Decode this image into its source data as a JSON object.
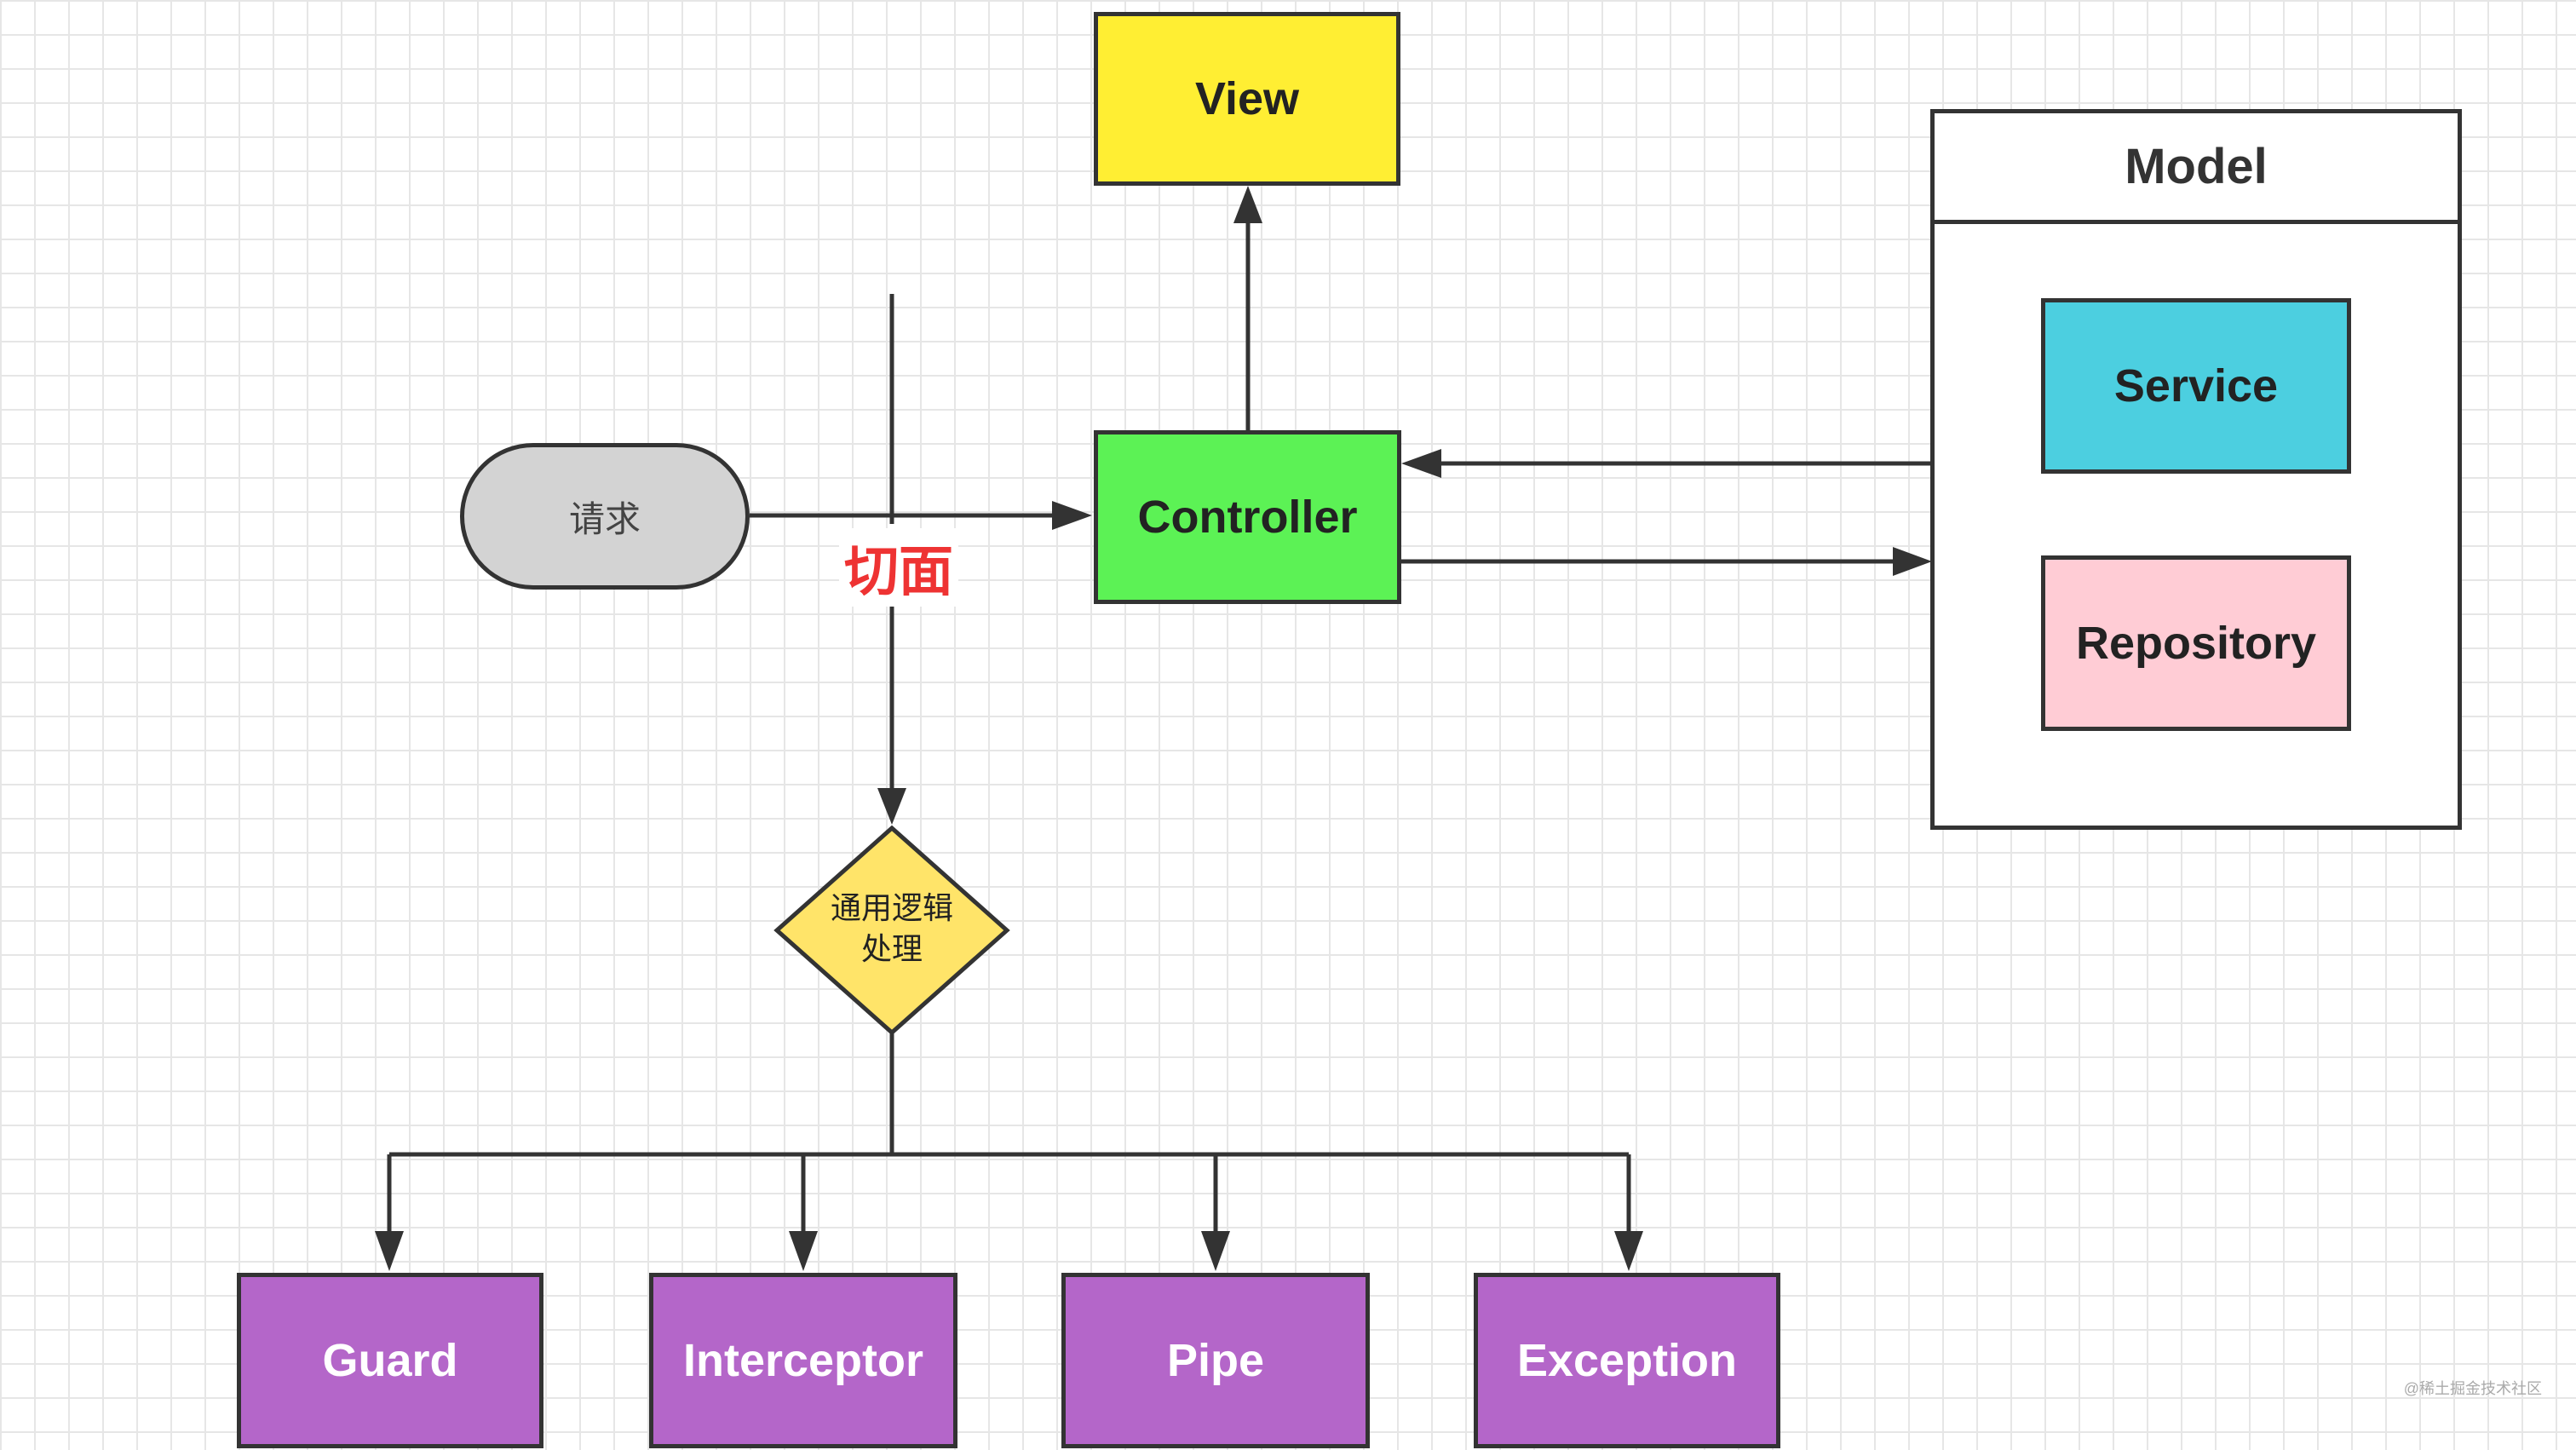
{
  "nodes": {
    "view": "View",
    "controller": "Controller",
    "request": "请求",
    "cut": "切面",
    "logic_line1": "通用逻辑",
    "logic_line2": "处理",
    "model": "Model",
    "service": "Service",
    "repository": "Repository",
    "guard": "Guard",
    "interceptor": "Interceptor",
    "pipe": "Pipe",
    "exception": "Exception"
  },
  "colors": {
    "view": "#ffee33",
    "controller": "#5cf255",
    "service": "#4ccfe0",
    "repository": "#ffccd5",
    "logic": "#ffe469",
    "request": "#d3d3d3",
    "purple": "#b466c9",
    "cut": "#ee3333"
  },
  "watermark": "@稀土掘金技术社区"
}
